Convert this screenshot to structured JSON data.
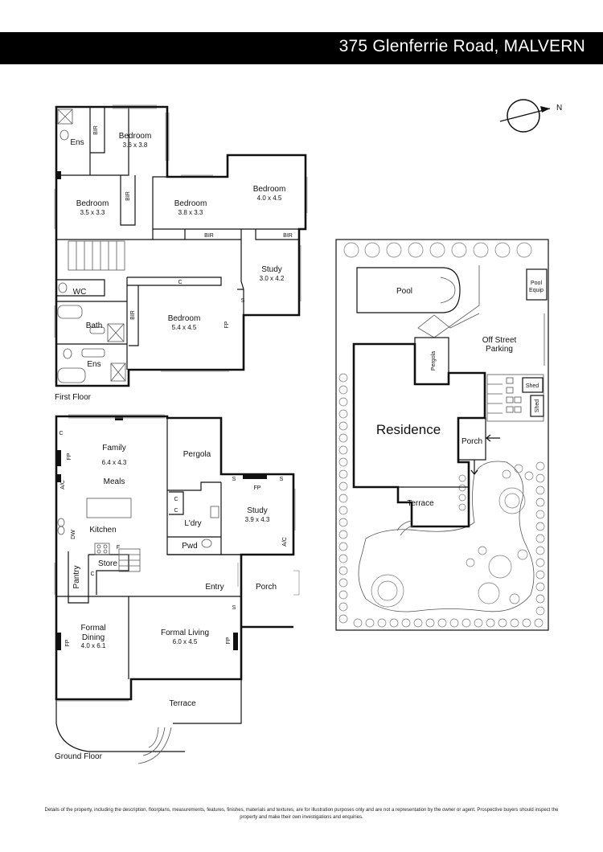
{
  "header": {
    "title": "375 Glenferrie Road, MALVERN"
  },
  "compass": {
    "label": "N"
  },
  "first_floor": {
    "label": "First Floor",
    "rooms": {
      "ens1": "Ens",
      "bir1": "BIR",
      "bedroom_a": "Bedroom",
      "bedroom_a_dim": "3.6 x 3.8",
      "bedroom_b": "Bedroom",
      "bedroom_b_dim": "3.5 x 3.3",
      "bir2": "BIR",
      "bedroom_c": "Bedroom",
      "bedroom_c_dim": "3.8 x 3.3",
      "bir3": "BIR",
      "bedroom_d": "Bedroom",
      "bedroom_d_dim": "4.0 x 4.5",
      "bir4": "BIR",
      "study": "Study",
      "study_dim": "3.0 x 4.2",
      "wc": "WC",
      "c1": "C",
      "bath": "Bath",
      "bir5": "BIR",
      "bedroom_e": "Bedroom",
      "bedroom_e_dim": "5.4 x 4.5",
      "s1": "S",
      "fp1": "FP",
      "ens2": "Ens"
    }
  },
  "ground_floor": {
    "label": "Ground Floor",
    "rooms": {
      "family": "Family",
      "family_dim": "6.4 x 4.3",
      "meals": "Meals",
      "kitchen": "Kitchen",
      "pergola": "Pergola",
      "c_a": "C",
      "fp_a": "FP",
      "ac_a": "A/C",
      "dw": "DW",
      "c_b": "C",
      "c_c": "C",
      "ldry": "L'dry",
      "pwd": "Pwd",
      "study": "Study",
      "study_dim": "3.9 x 4.3",
      "s_a": "S",
      "fp_b": "FP",
      "s_b": "S",
      "ac_b": "A/C",
      "pantry": "Pantry",
      "store": "Store",
      "c_d": "C",
      "f": "F",
      "entry": "Entry",
      "porch": "Porch",
      "s_c": "S",
      "formal_dining": "Formal",
      "formal_dining_2": "Dining",
      "formal_dining_dim": "4.0 x 6.1",
      "fp_c": "FP",
      "formal_living": "Formal Living",
      "formal_living_dim": "6.0 x 4.5",
      "fp_d": "FP",
      "terrace": "Terrace"
    }
  },
  "site_plan": {
    "pool": "Pool",
    "pool_equip_1": "Pool",
    "pool_equip_2": "Equip",
    "off_street_1": "Off Street",
    "off_street_2": "Parking",
    "pergola": "Pergola",
    "shed_1": "Shed",
    "shed_2": "Shed",
    "residence": "Residence",
    "porch": "Porch",
    "terrace": "Terrace"
  },
  "disclaimer": {
    "line1": "Details of the property, including the description, floorplans, measurements, features, finishes, materials and textures, are for illustration purposes only and are not a representation by the owner or agent.  Prospective buyers should inspect the",
    "line2": "property and make their own investigations and enquiries."
  }
}
